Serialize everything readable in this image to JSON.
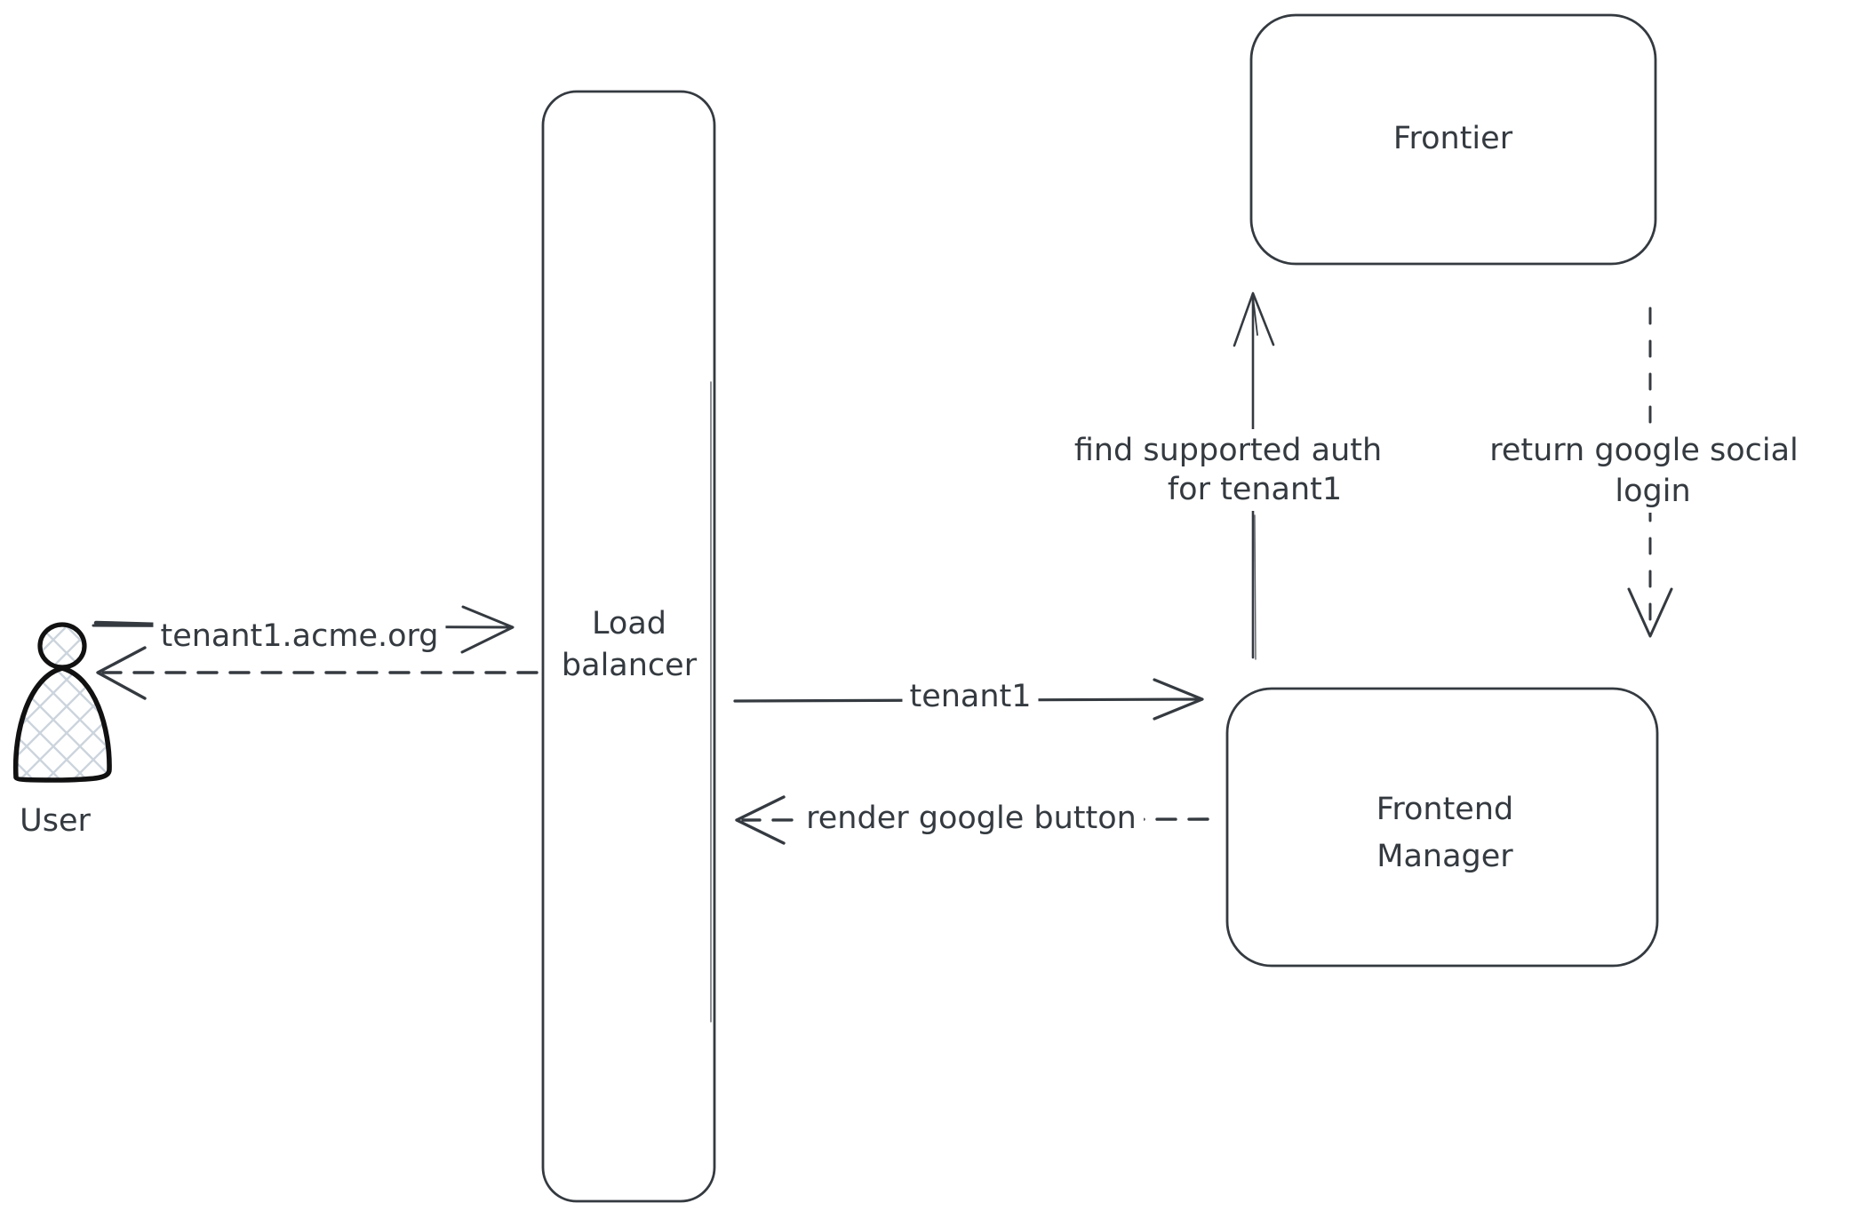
{
  "canvas": {
    "background": "#ffffff",
    "stroke_color": "#343a40",
    "user_icon_stroke": "#111111",
    "hatch_color": "#ccd4dd"
  },
  "nodes": {
    "user": {
      "label": "User"
    },
    "load_balancer": {
      "line1": "Load",
      "line2": "balancer"
    },
    "frontier": {
      "label": "Frontier"
    },
    "frontend_manager": {
      "line1": "Frontend",
      "line2": "Manager"
    }
  },
  "arrows": {
    "request_domain": {
      "label": "tenant1.acme.org",
      "style": "solid",
      "direction": "right"
    },
    "response_to_user": {
      "style": "dashed",
      "direction": "left"
    },
    "forward_tenant": {
      "label": "tenant1",
      "style": "solid",
      "direction": "right"
    },
    "render_google_button": {
      "label": "render google button",
      "style": "dashed",
      "direction": "left"
    },
    "find_supported_auth": {
      "line1": "find supported auth",
      "line2": "for tenant1",
      "style": "solid",
      "direction": "up"
    },
    "return_google_social": {
      "line1": "return google social",
      "line2": "login",
      "style": "dashed",
      "direction": "down"
    }
  }
}
